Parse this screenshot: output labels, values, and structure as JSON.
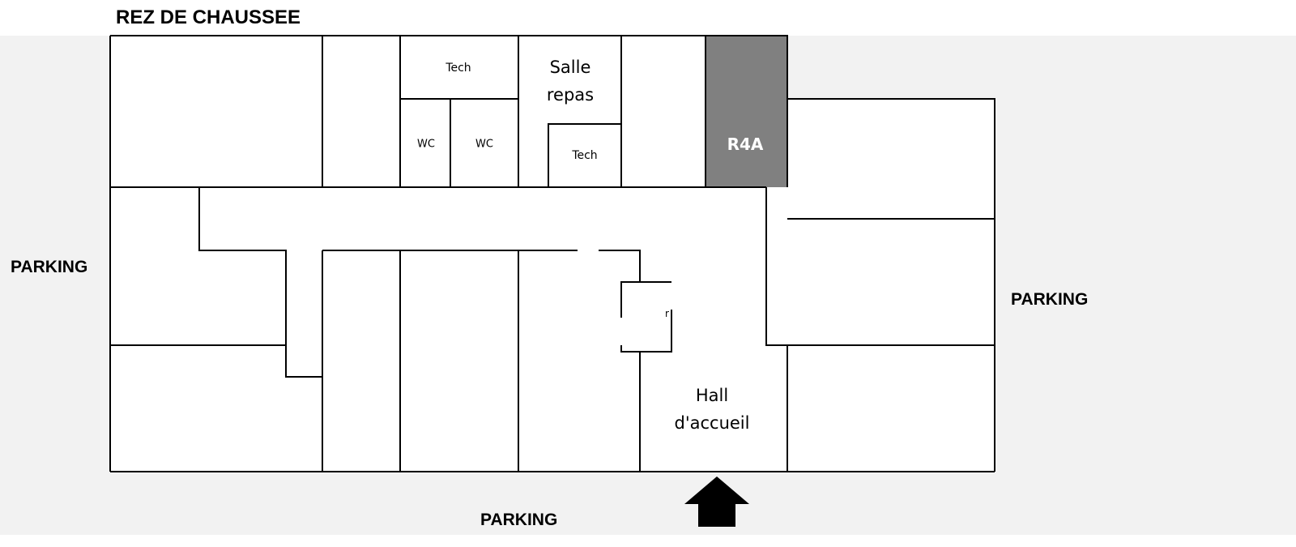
{
  "title": "REZ DE CHAUSSEE",
  "parking_left": "PARKING",
  "parking_right": "PARKING",
  "parking_bottom": "PARKING",
  "rooms": {
    "tech_top": "Tech",
    "wc_1": "WC",
    "wc_2": "WC",
    "salle_repas": "Salle repas",
    "tech_bottom": "Tech",
    "r4a": "R4A",
    "hall": "Hall d'accueil",
    "small_mark": "r"
  },
  "colors": {
    "highlight": "#808080",
    "background": "#f2f2f2",
    "walls": "#000000"
  }
}
